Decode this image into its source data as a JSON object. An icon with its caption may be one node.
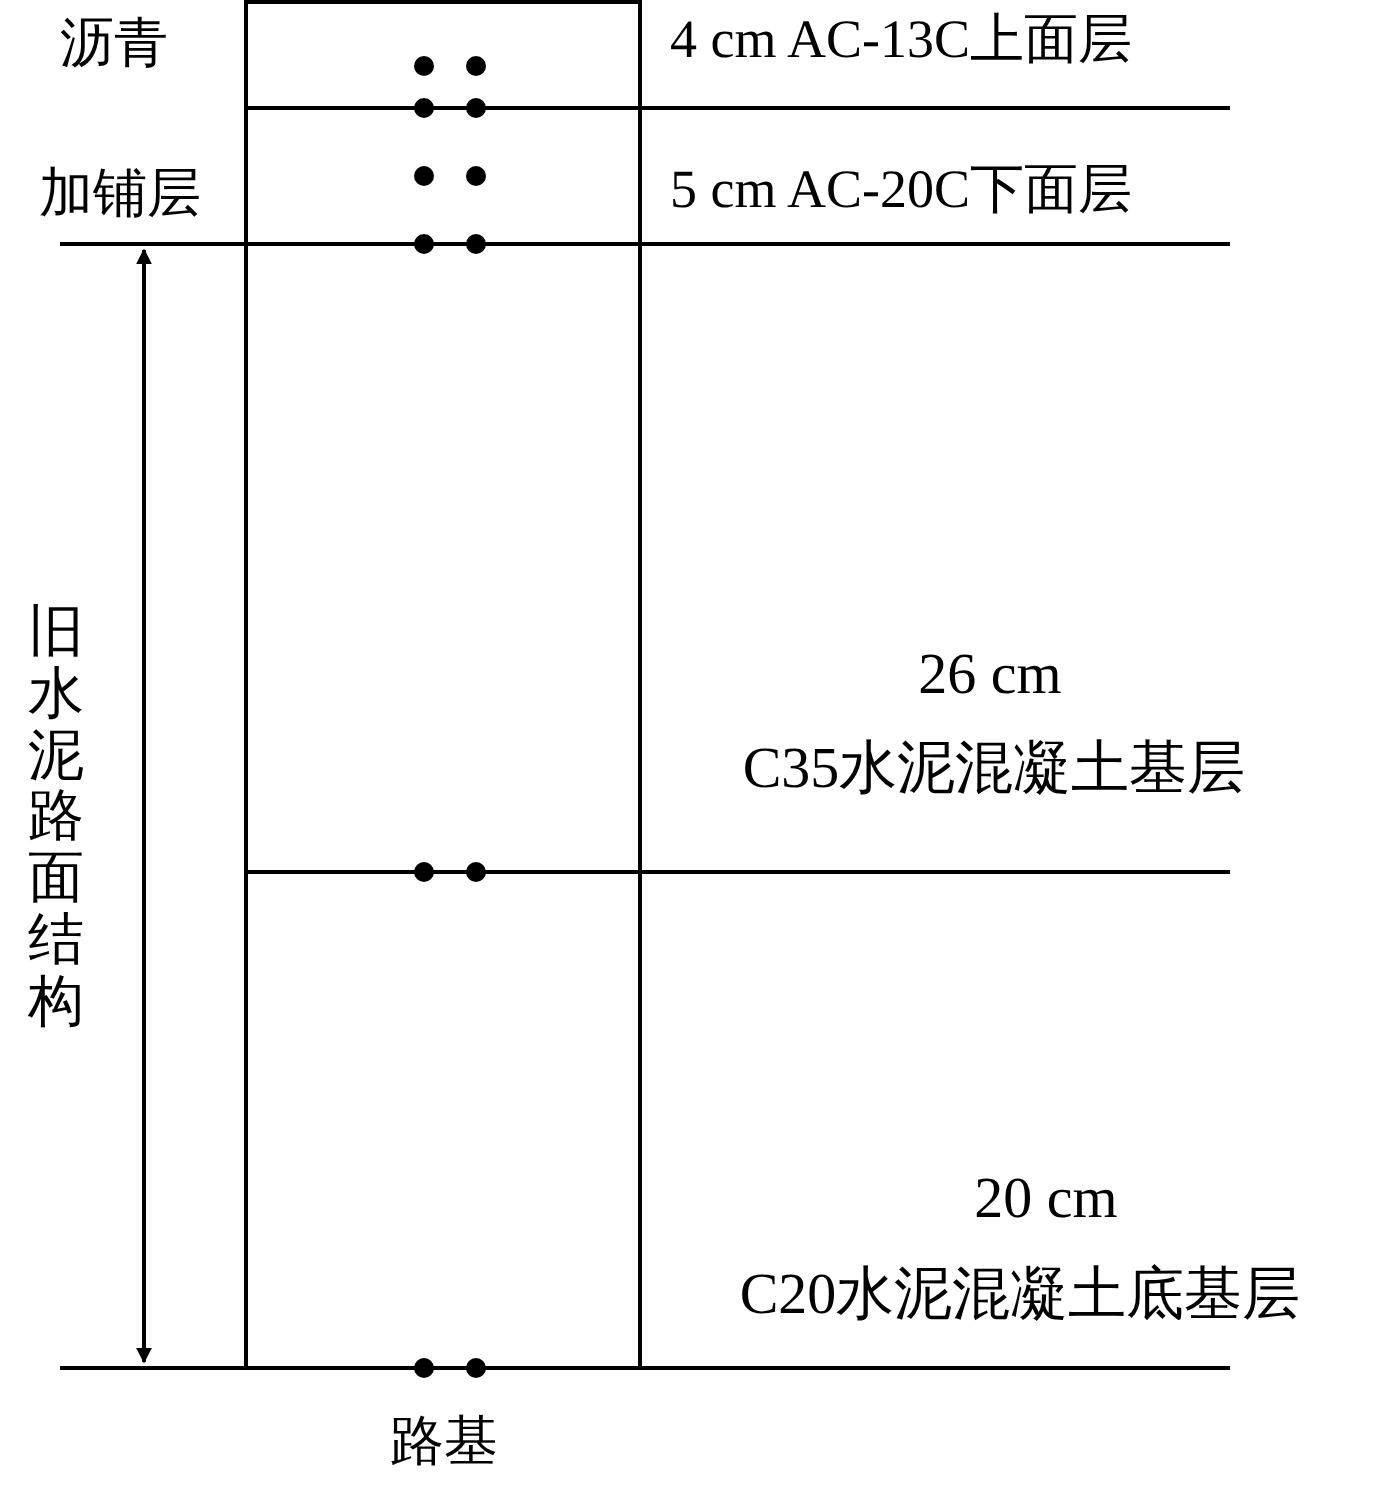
{
  "diagram": {
    "labels": [
      "沥青",
      "加铺层",
      "4 cm AC-13C上面层",
      "5 cm AC-20C下面层",
      "旧水泥路面结构",
      "26 cm",
      "C35水泥混凝土基层",
      "20 cm",
      "C20水泥混凝土底基层",
      "路基"
    ]
  }
}
